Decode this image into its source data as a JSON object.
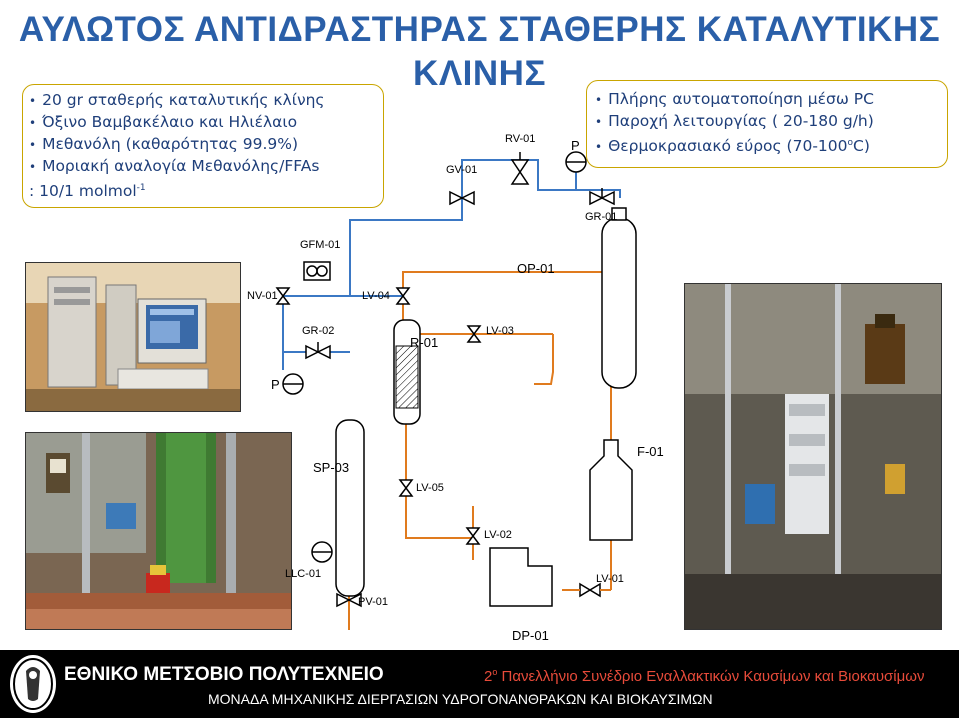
{
  "title": {
    "line1": "ΑΥΛΩΤΟΣ ΑΝΤΙΔΡΑΣΤΗΡΑΣ ΣΤΑΘΕΡΗΣ ΚΑΤΑΛΥΤΙΚΗΣ",
    "line2": "ΚΛΙΝΗΣ"
  },
  "left_box": {
    "items": [
      "20 gr σταθερής καταλυτικής κλίνης",
      "Όξινο Βαμβακέλαιο και Ηλιέλαιο",
      "Μεθανόλη (καθαρότητας 99.9%)",
      "Μοριακή αναλογία Μεθανόλης/FFAs"
    ],
    "last_line": ": 10/1 molmol",
    "last_sup": "-1"
  },
  "right_box": {
    "items": [
      "Πλήρης αυτοματοποίηση μέσω PC",
      "Παροχή λειτουργίας ( 20-180 g/h)",
      "Θερμοκρασιακό εύρος (70-100"
    ],
    "temp_sup": "o",
    "temp_end": "C)"
  },
  "labels": {
    "gv01": "GV-01",
    "rv01": "RV-01",
    "p_top": "P",
    "gr01": "GR-01",
    "gfm01": "GFM-01",
    "op01": "OP-01",
    "nv01": "NV-01",
    "lv04": "LV-04",
    "gr02": "GR-02",
    "r01": "R-01",
    "lv03": "LV-03",
    "p_left": "P",
    "sp03": "SP-03",
    "f01": "F-01",
    "lv05": "LV-05",
    "lv02": "LV-02",
    "llc01": "LLC-01",
    "lv01": "LV-01",
    "pv01": "PV-01",
    "dp01": "DP-01"
  },
  "footer": {
    "university": "ΕΘΝΙΚΟ ΜΕΤΣΟΒΙΟ ΠΟΛΥΤΕΧΝΕΙΟ",
    "conf_num": "2",
    "conf_sup": "ο",
    "conference": "Πανελλήνιο Συνέδριο Εναλλακτικών Καυσίμων και Βιοκαυσίμων",
    "department": "ΜΟΝΑΔΑ ΜΗΧΑΝΙΚΗΣ ΔΙΕΡΓΑΣΙΩΝ ΥΔΡΟΓΟΝΑΝΘΡΑΚΩΝ ΚΑΙ ΒΙΟΚΑΥΣΙΜΩΝ"
  },
  "colors": {
    "title": "#2a5fa8",
    "box_border": "#c9a500",
    "box_text": "#1f3f7a",
    "gas_line": "#3b78c4",
    "liquid_line": "#e07b1e",
    "conference_text": "#e84b3a"
  }
}
